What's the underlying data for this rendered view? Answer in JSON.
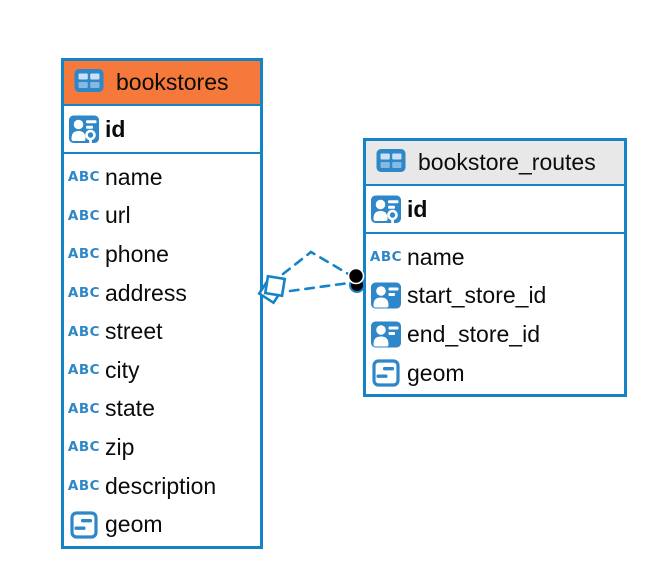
{
  "tables": [
    {
      "name": "bookstores",
      "columns": [
        {
          "label": "id",
          "type": "primary-key"
        },
        {
          "label": "name",
          "type": "text"
        },
        {
          "label": "url",
          "type": "text"
        },
        {
          "label": "phone",
          "type": "text"
        },
        {
          "label": "address",
          "type": "text"
        },
        {
          "label": "street",
          "type": "text"
        },
        {
          "label": "city",
          "type": "text"
        },
        {
          "label": "state",
          "type": "text"
        },
        {
          "label": "zip",
          "type": "text"
        },
        {
          "label": "description",
          "type": "text"
        },
        {
          "label": "geom",
          "type": "geometry"
        }
      ]
    },
    {
      "name": "bookstore_routes",
      "columns": [
        {
          "label": "id",
          "type": "primary-key"
        },
        {
          "label": "name",
          "type": "text"
        },
        {
          "label": "start_store_id",
          "type": "foreign-key"
        },
        {
          "label": "end_store_id",
          "type": "foreign-key"
        },
        {
          "label": "geom",
          "type": "geometry"
        }
      ]
    }
  ],
  "connectors": [
    {
      "from_table": "bookstore_routes",
      "to_table": "bookstores",
      "style": "dashed"
    },
    {
      "from_table": "bookstore_routes",
      "to_table": "bookstores",
      "style": "dashed"
    }
  ],
  "icons": {
    "text_type_label": "ABC"
  },
  "colors": {
    "line_blue": "#1583C8",
    "icon_blue": "#2E87C8",
    "bookstores_header_bg": "#F5793B",
    "bookstore_routes_header_bg": "#E8E8E8",
    "connector_dot": "#000000",
    "row_text": "#0b0b0b"
  }
}
